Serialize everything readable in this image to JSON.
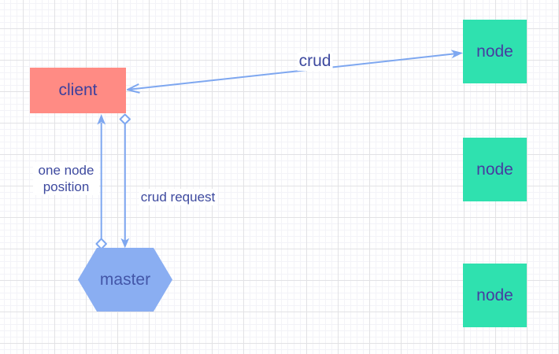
{
  "colors": {
    "canvas_bg": "#ffffff",
    "grid_minor": "#f3f3f8",
    "grid_major": "#e2e2e5",
    "edge_stroke": "#7ea7f0",
    "edge_label_text": "#3e4a9f",
    "label_bg": "#ffffff",
    "client_fill": "#ff8b84",
    "client_text": "#3b3f9d",
    "node_fill": "#2fe1af",
    "node_text": "#473ca0",
    "master_fill": "#8aaef2",
    "master_text": "#4356a8"
  },
  "shapes": {
    "client": {
      "label": "client"
    },
    "master": {
      "label": "master"
    },
    "nodes": [
      {
        "label": "node"
      },
      {
        "label": "node"
      },
      {
        "label": "node"
      }
    ]
  },
  "edges": {
    "crud": {
      "label": "crud"
    },
    "one_node_position": {
      "label": "one node position"
    },
    "crud_request": {
      "label": "crud request"
    }
  }
}
